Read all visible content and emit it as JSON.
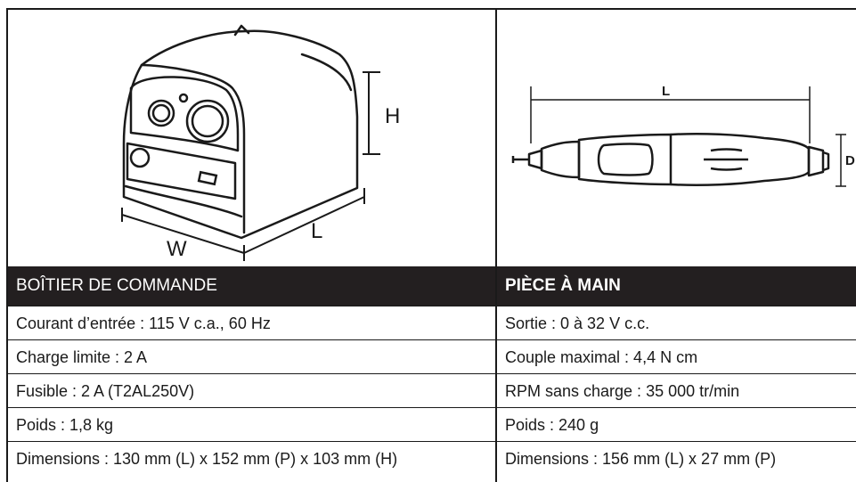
{
  "box_illustration": {
    "labels": {
      "height": "H",
      "width": "W",
      "length": "L"
    }
  },
  "handpiece_illustration": {
    "labels": {
      "length": "L",
      "diameter": "D"
    }
  },
  "control_box": {
    "header": "BOÎTIER DE COMMANDE",
    "rows": [
      "Courant d’entrée : 115 V c.a., 60 Hz",
      "Charge limite : 2 A",
      "Fusible : 2 A (T2AL250V)",
      "Poids : 1,8 kg",
      "Dimensions : 130 mm (L) x 152 mm (P) x 103 mm (H)"
    ]
  },
  "handpiece": {
    "header": "PIÈCE À MAIN",
    "rows": [
      "Sortie : 0 à 32 V c.c.",
      "Couple maximal : 4,4 N cm",
      "RPM sans charge : 35 000 tr/min",
      "Poids : 240 g",
      "Dimensions : 156 mm (L) x 27 mm (P)"
    ]
  }
}
